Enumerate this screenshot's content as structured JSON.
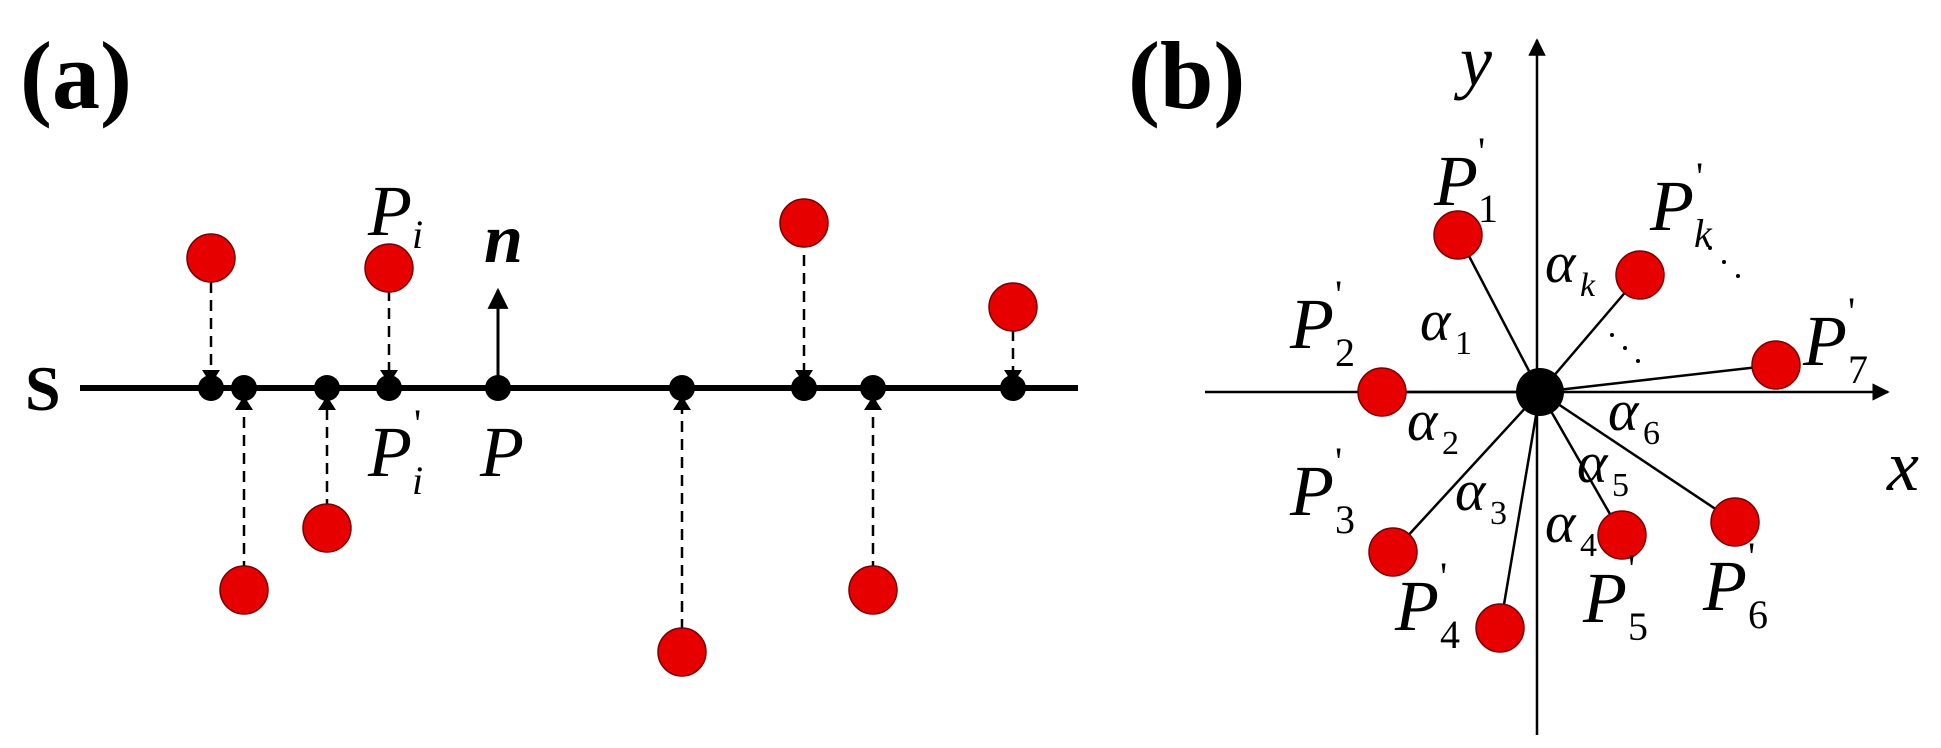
{
  "panel_a": {
    "label": "(a)",
    "surface_label": "S",
    "normal_label": "n",
    "point_main": "P",
    "point_i": "P",
    "point_i_sub": "i",
    "proj_i": "P",
    "proj_i_sub": "i",
    "prime": "'"
  },
  "panel_b": {
    "label": "(b)",
    "axis_x": "x",
    "axis_y": "y",
    "prime": "'",
    "points": [
      {
        "letter": "P",
        "sub": "1"
      },
      {
        "letter": "P",
        "sub": "2"
      },
      {
        "letter": "P",
        "sub": "3"
      },
      {
        "letter": "P",
        "sub": "4"
      },
      {
        "letter": "P",
        "sub": "5"
      },
      {
        "letter": "P",
        "sub": "6"
      },
      {
        "letter": "P",
        "sub": "7"
      },
      {
        "letter": "P",
        "sub": "k"
      }
    ],
    "angles": [
      {
        "sym": "α",
        "sub": "1"
      },
      {
        "sym": "α",
        "sub": "2"
      },
      {
        "sym": "α",
        "sub": "3"
      },
      {
        "sym": "α",
        "sub": "4"
      },
      {
        "sym": "α",
        "sub": "5"
      },
      {
        "sym": "α",
        "sub": "6"
      },
      {
        "sym": "α",
        "sub": "k"
      }
    ],
    "ellipsis": "·  ·  ·"
  },
  "colors": {
    "point_fill": "#e60000",
    "line": "#000000"
  }
}
